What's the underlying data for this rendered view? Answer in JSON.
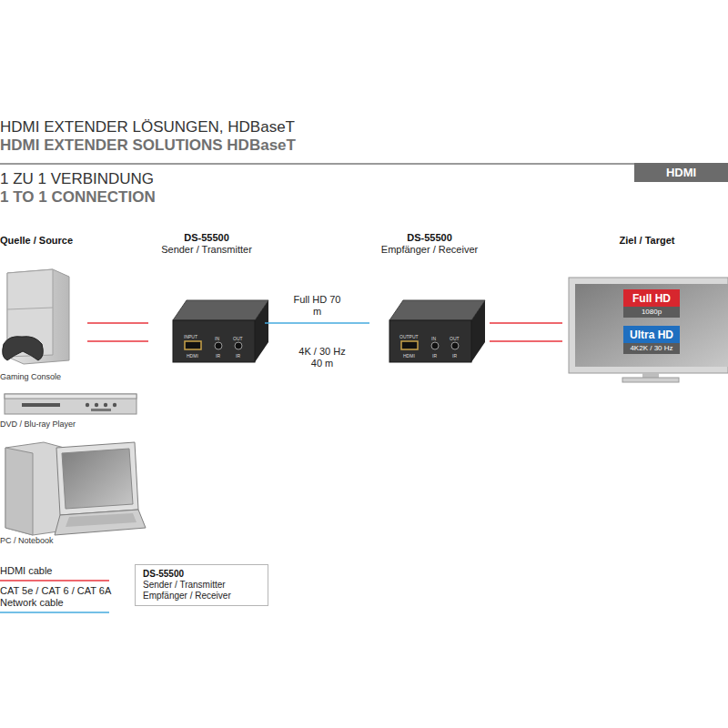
{
  "diagram": {
    "title": "HDMI EXTENDER LÖSUNGEN, HDBaseT",
    "nodes": [
      {
        "text": [
          "Gaming Console"
        ]
      },
      {
        "text": [
          "DVD / Blu-ray Player"
        ]
      },
      {
        "text": [
          "PC / Notebook"
        ]
      },
      {
        "text": [
          "DS-55500",
          "Sender / Transmitter"
        ]
      },
      {
        "text": [
          "DS-55500",
          "Empfänger / Receiver"
        ]
      },
      {
        "text": [
          "Ziel / Target"
        ]
      },
      {
        "text": [
          "Full HD",
          "1080p"
        ],
        "in": 5
      },
      {
        "text": [
          "Ultra HD",
          "4K2K / 30 Hz"
        ],
        "in": 5
      },
      {
        "text": [
          "DS-55500",
          "Sender / Transmitter Empfänger / Receiver"
        ]
      }
    ],
    "edges": [
      {
        "from": 0,
        "to": 3,
        "arrow": "none"
      },
      {
        "from": 0,
        "to": 3,
        "arrow": "none"
      },
      {
        "from": 3,
        "to": 4,
        "label": "Full HD 70 m",
        "arrow": "none"
      },
      {
        "from": 4,
        "to": 5,
        "arrow": "none"
      },
      {
        "from": 4,
        "to": 5,
        "arrow": "none"
      }
    ],
    "labels": [
      "HDMI EXTENDER SOLUTIONS HDBaseT",
      "HDMI",
      "1 ZU 1 VERBINDUNG",
      "1 TO 1 CONNECTION",
      "Quelle / Source",
      "4K / 30 Hz 40 m",
      "INPUT",
      "HDMI",
      "IN",
      "OUT",
      "IR",
      "IR",
      "OUTPUT",
      "HDMI",
      "IN",
      "OUT",
      "IR",
      "IR"
    ],
    "legend": [
      {
        "text": "HDMI cable"
      },
      {
        "text": "CAT 5e / CAT 6 / CAT 6A Network cable"
      }
    ]
  }
}
